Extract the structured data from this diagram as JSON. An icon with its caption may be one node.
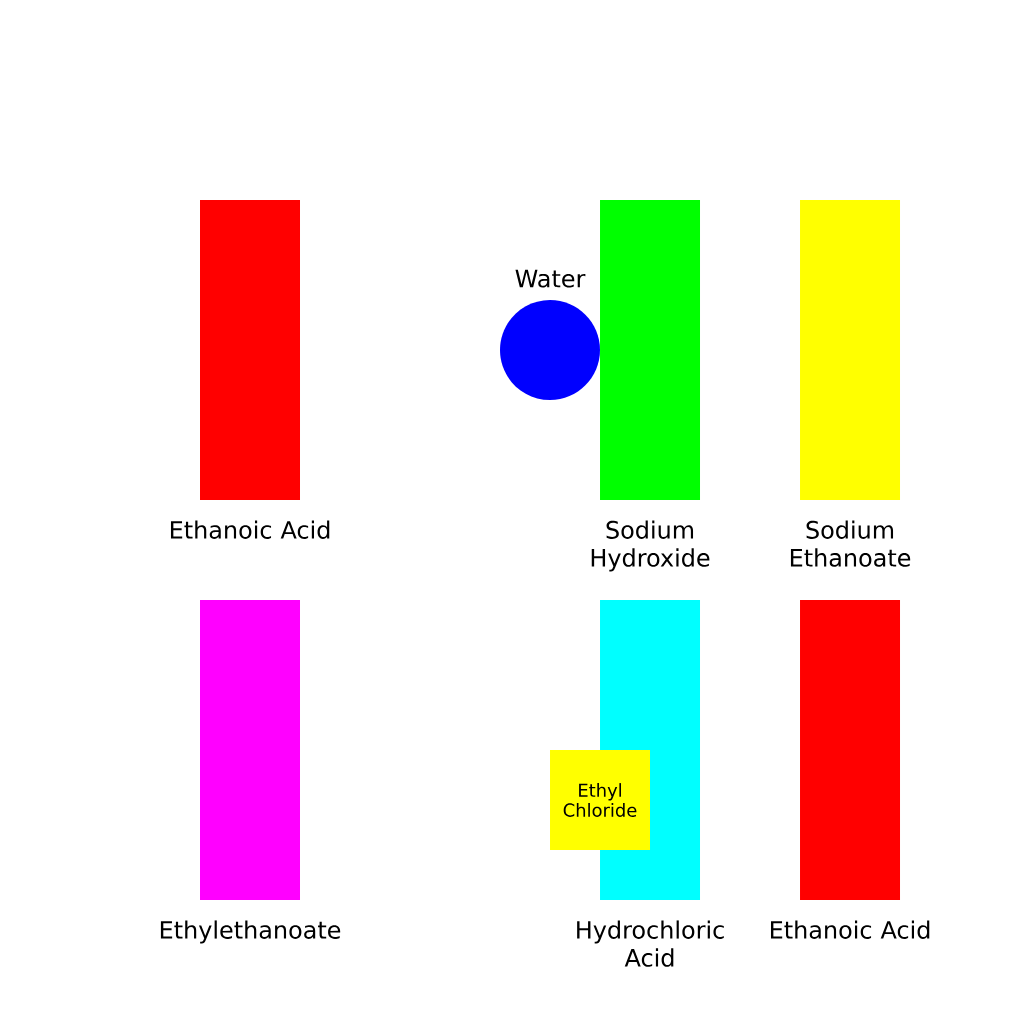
{
  "diagram": {
    "nodes": [
      {
        "text": [
          "Ethanoic Acid"
        ]
      },
      {
        "text": [
          "Water"
        ]
      },
      {
        "text": [
          "Sodium Hydroxide"
        ]
      },
      {
        "text": [
          "Sodium Ethanoate"
        ]
      },
      {
        "text": [
          "Ethylethanoate"
        ]
      },
      {
        "text": [
          "Ethyl Chloride"
        ]
      },
      {
        "text": [
          "Hydrochloric Acid"
        ]
      },
      {
        "text": [
          "Ethanoic Acid"
        ]
      }
    ]
  }
}
